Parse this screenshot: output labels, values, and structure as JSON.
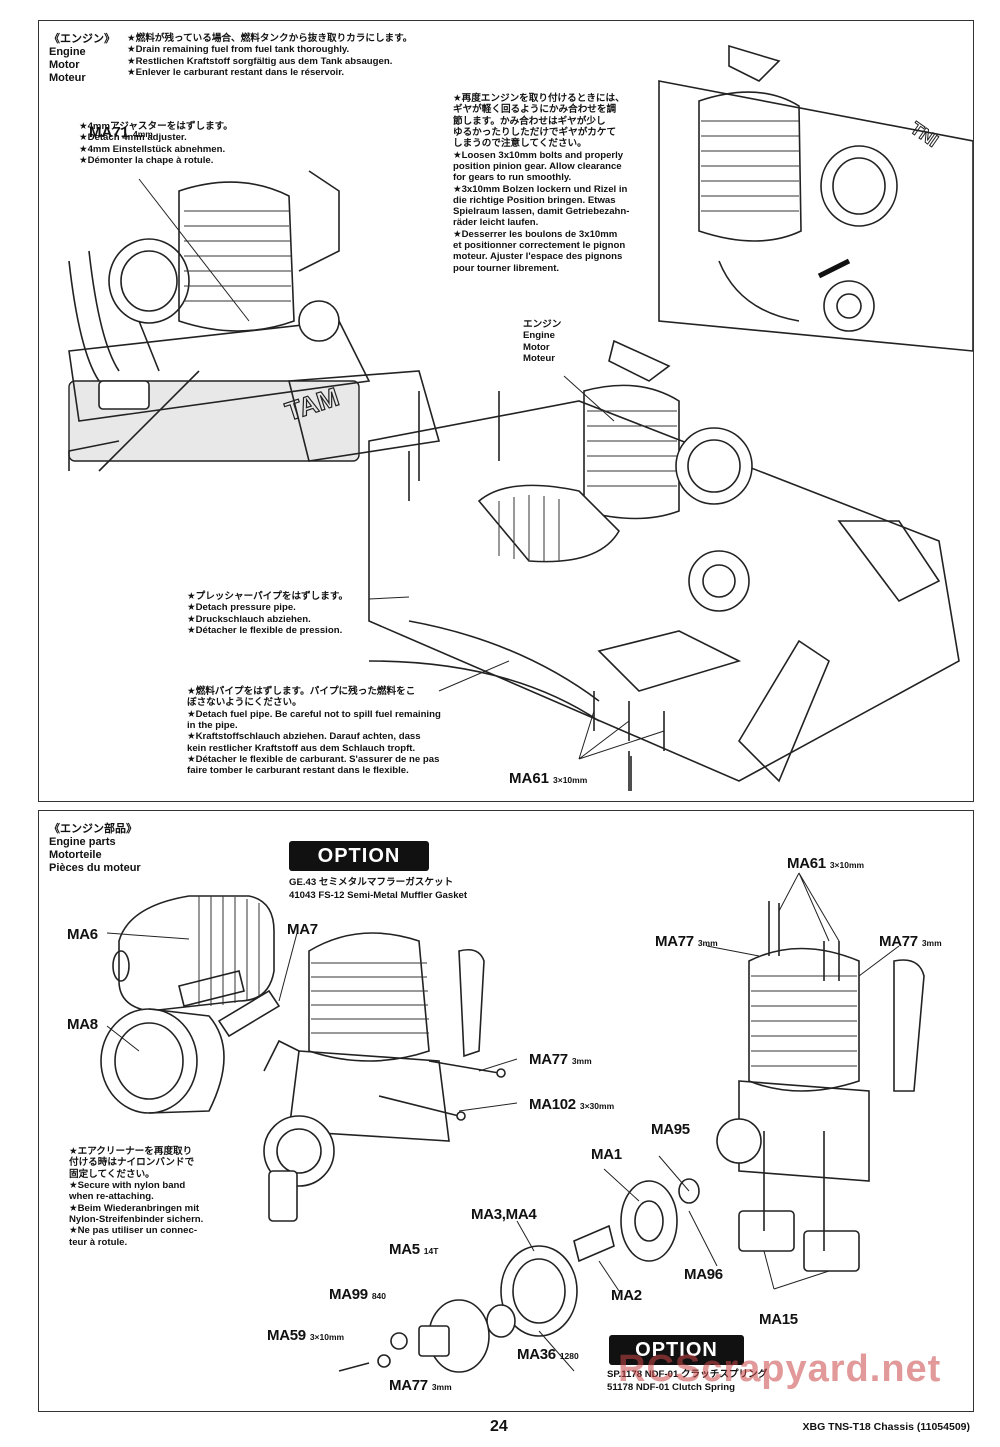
{
  "top": {
    "section_title_jp": "《エンジン》",
    "section_title_en": "Engine",
    "section_title_de": "Motor",
    "section_title_fr": "Moteur",
    "drain_note": "★燃料が残っている場合、燃料タンクから抜き取りカラにします。\n★Drain remaining fuel from fuel tank thoroughly.\n★Restlichen Kraftstoff sorgfältig aus dem Tank absaugen.\n★Enlever le carburant restant dans le réservoir.",
    "ma71_label": "MA71",
    "ma71_size": "4mm",
    "ma71_note": "★4mmアジャスターをはずします。\n★Detach 4mm adjuster.\n★4mm Einstellstück abnehmen.\n★Démonter la chape à rotule.",
    "reinstall_note": "★再度エンジンを取り付けるときには、\nギヤが軽く回るようにかみ合わせを調\n節します。かみ合わせはギヤが少し\nゆるかったりしただけでギヤがカケて\nしまうので注意してください。\n★Loosen 3x10mm bolts and properly\nposition pinion gear. Allow clearance\nfor gears to run smoothly.\n★3x10mm Bolzen lockern und Rizel in\ndie richtige Position bringen. Etwas\nSpielraum lassen, damit Getriebezahn-\nräder leicht laufen.\n★Desserrer les boulons de 3x10mm\net positionner correctement le pignon\nmoteur. Ajuster l'espace des pignons\npour tourner librement.",
    "engine_callout": "エンジン\nEngine\nMotor\nMoteur",
    "pressure_note": "★プレッシャーパイプをはずします。\n★Detach pressure pipe.\n★Druckschlauch abziehen.\n★Détacher le flexible de pression.",
    "fuel_note": "★燃料パイプをはずします。パイプに残った燃料をこ\nぼさないようにください。\n★Detach fuel pipe. Be careful not to spill fuel remaining\nin the pipe.\n★Kraftstoffschlauch abziehen. Darauf achten, dass\nkein restlicher Kraftstoff aus dem Schlauch tropft.\n★Détacher le flexible de carburant. S'assurer de ne pas\nfaire tomber le carburant restant dans le flexible.",
    "ma61_label": "MA61",
    "ma61_size": "3×10mm"
  },
  "bottom": {
    "section_title_jp": "《エンジン部品》",
    "section_title_en": "Engine parts",
    "section_title_de": "Motorteile",
    "section_title_fr": "Pièces du moteur",
    "option_label": "OPTION",
    "option1_line1": "GE.43 セミメタルマフラーガスケット",
    "option1_line2": "41043 FS-12 Semi-Metal Muffler Gasket",
    "option2_line1": "SP.1178 NDF-01 クラッチスプリング",
    "option2_line2": "51178 NDF-01 Clutch Spring",
    "aircleaner_note": "★エアクリーナーを再度取り\n付ける時はナイロンバンドで\n固定してください。\n★Secure with nylon band\nwhen re-attaching.\n★Beim Wiederanbringen mit\nNylon-Streifenbinder sichern.\n★Ne pas utiliser un connec-\nteur à rotule.",
    "parts": {
      "ma6": "MA6",
      "ma7": "MA7",
      "ma8": "MA8",
      "ma77": "MA77",
      "ma77_size": "3mm",
      "ma102": "MA102",
      "ma102_size": "3×30mm",
      "ma61": "MA61",
      "ma61_size": "3×10mm",
      "ma95": "MA95",
      "ma1": "MA1",
      "ma96": "MA96",
      "ma15": "MA15",
      "ma3_4": "MA3,MA4",
      "ma2": "MA2",
      "ma5": "MA5",
      "ma5_size": "14T",
      "ma99": "MA99",
      "ma99_size": "840",
      "ma59": "MA59",
      "ma59_size": "3×10mm",
      "ma36": "MA36",
      "ma36_size": "1280"
    }
  },
  "footer": {
    "page_number": "24",
    "doc_id": "XBG TNS-T18 Chassis (11054509)",
    "watermark": "RCScrapyard.net"
  }
}
